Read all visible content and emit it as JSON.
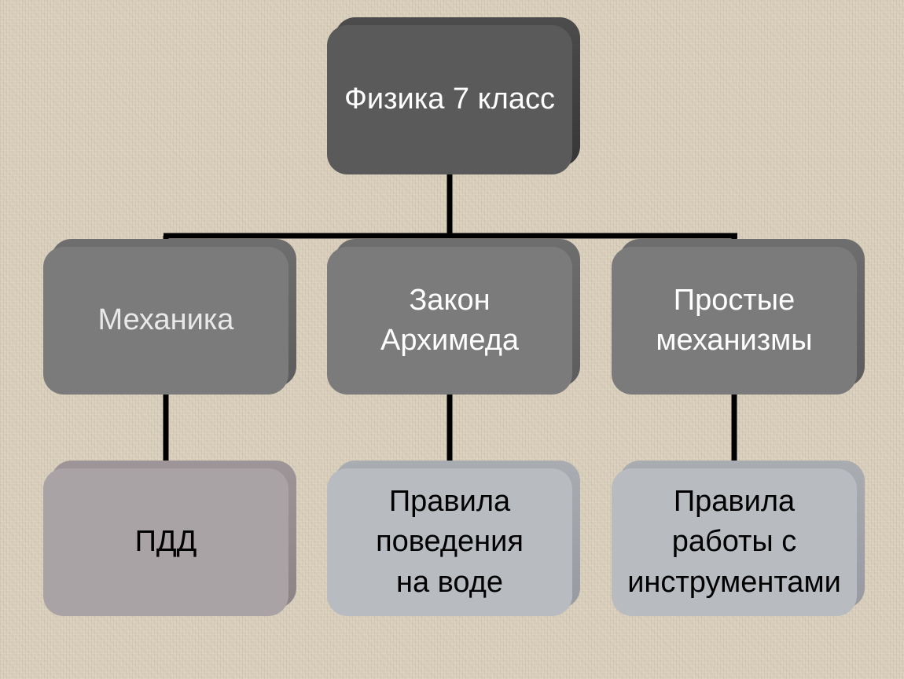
{
  "diagram": {
    "root": {
      "label": "Физика 7 класс"
    },
    "branches": [
      {
        "label": "Механика",
        "child": "ПДД"
      },
      {
        "label": "Закон\nАрхимеда",
        "child": "Правила\nповедения\nна воде"
      },
      {
        "label": "Простые\nмеханизмы",
        "child": "Правила\nработы с\nинструментами"
      }
    ]
  },
  "colors": {
    "background": "#d9cfbc",
    "root": "#5a5a5a",
    "level2": "#7b7b7b",
    "pdd": "#aaa3a5",
    "level3": "#b8bbc0",
    "connector": "#000000"
  }
}
